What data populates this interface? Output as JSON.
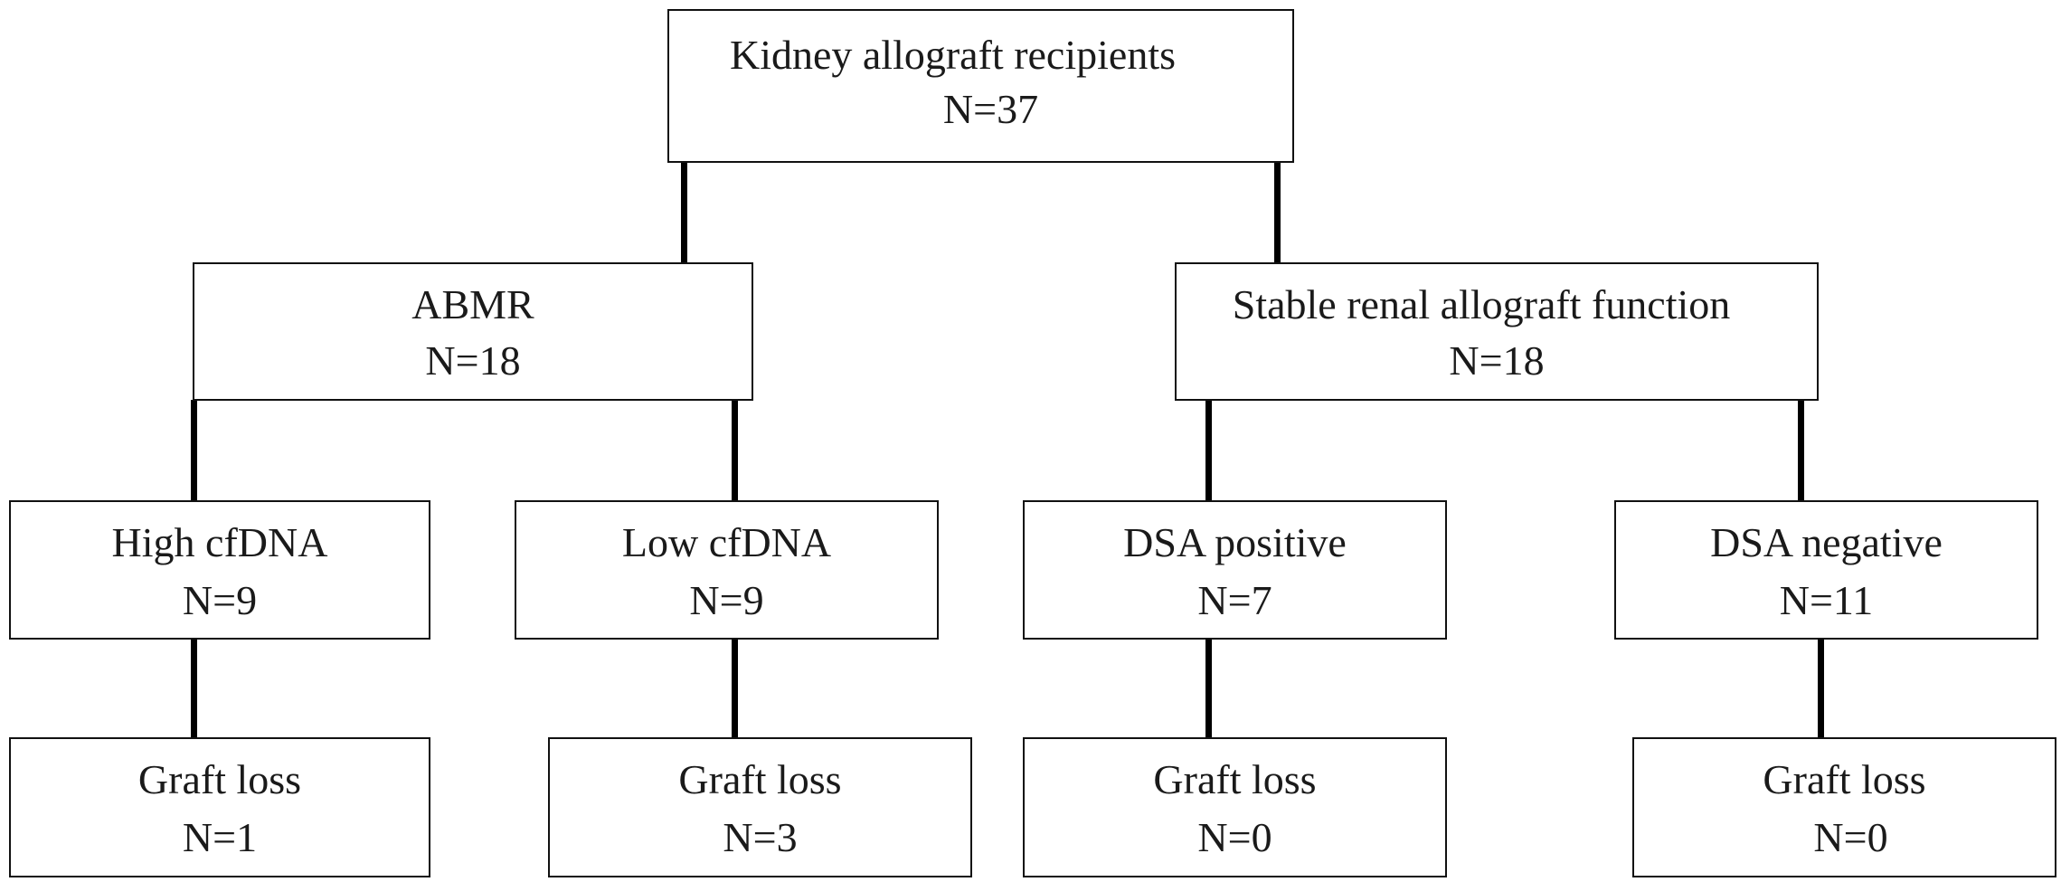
{
  "diagram": {
    "root": {
      "title": "Kidney allograft recipients",
      "count": "N=37"
    },
    "abmr": {
      "title": "ABMR",
      "count": "N=18"
    },
    "stable": {
      "title": "Stable renal allograft function",
      "count": "N=18"
    },
    "high_cfdna": {
      "title": "High cfDNA",
      "count": "N=9"
    },
    "low_cfdna": {
      "title": "Low cfDNA",
      "count": "N=9"
    },
    "dsa_positive": {
      "title": "DSA positive",
      "count": "N=7"
    },
    "dsa_negative": {
      "title": "DSA negative",
      "count": "N=11"
    },
    "graft_loss_high": {
      "title": "Graft loss",
      "count": "N=1"
    },
    "graft_loss_low": {
      "title": "Graft loss",
      "count": "N=3"
    },
    "graft_loss_dsa_pos": {
      "title": "Graft loss",
      "count": "N=0"
    },
    "graft_loss_dsa_neg": {
      "title": "Graft loss",
      "count": "N=0"
    }
  }
}
